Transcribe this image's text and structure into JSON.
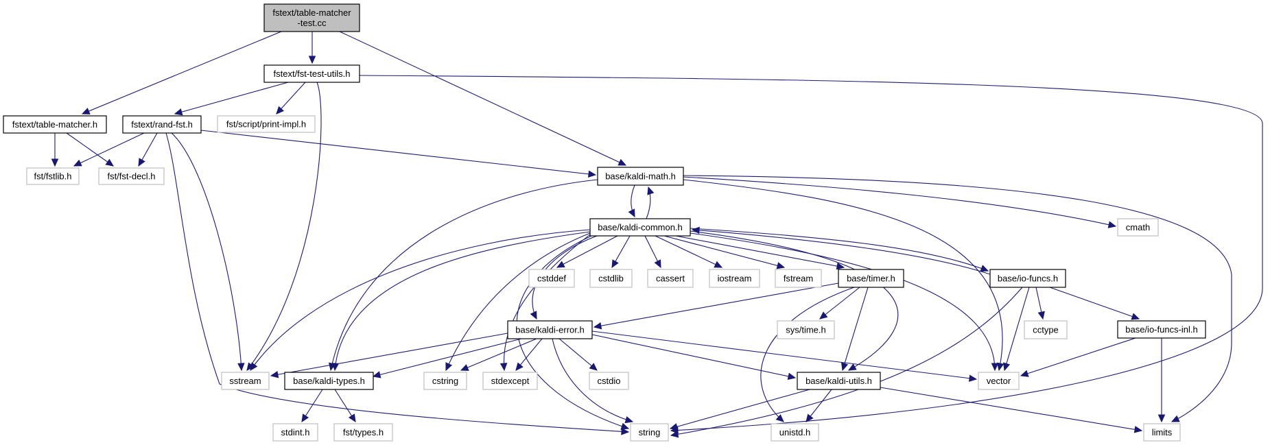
{
  "diagram": {
    "title": "Include dependency graph for fstext/table-matcher-test.cc",
    "colors": {
      "edge": "#191970",
      "root_fill": "#bfbfbf",
      "documented_border": "#000000",
      "external_border": "#bfbfbf"
    },
    "nodes": [
      {
        "id": "root",
        "label": [
          "fstext/table-matcher",
          "-test.cc"
        ],
        "kind": "root"
      },
      {
        "id": "fst-test-utils",
        "label": [
          "fstext/fst-test-utils.h"
        ],
        "kind": "documented"
      },
      {
        "id": "table-matcher",
        "label": [
          "fstext/table-matcher.h"
        ],
        "kind": "documented"
      },
      {
        "id": "rand-fst",
        "label": [
          "fstext/rand-fst.h"
        ],
        "kind": "documented"
      },
      {
        "id": "print-impl",
        "label": [
          "fst/script/print-impl.h"
        ],
        "kind": "external"
      },
      {
        "id": "fstlib",
        "label": [
          "fst/fstlib.h"
        ],
        "kind": "external"
      },
      {
        "id": "fst-decl",
        "label": [
          "fst/fst-decl.h"
        ],
        "kind": "external"
      },
      {
        "id": "kaldi-math",
        "label": [
          "base/kaldi-math.h"
        ],
        "kind": "documented"
      },
      {
        "id": "kaldi-common",
        "label": [
          "base/kaldi-common.h"
        ],
        "kind": "documented"
      },
      {
        "id": "cmath",
        "label": [
          "cmath"
        ],
        "kind": "external"
      },
      {
        "id": "cstddef",
        "label": [
          "cstddef"
        ],
        "kind": "external"
      },
      {
        "id": "cstdlib",
        "label": [
          "cstdlib"
        ],
        "kind": "external"
      },
      {
        "id": "cassert",
        "label": [
          "cassert"
        ],
        "kind": "external"
      },
      {
        "id": "iostream",
        "label": [
          "iostream"
        ],
        "kind": "external"
      },
      {
        "id": "fstream",
        "label": [
          "fstream"
        ],
        "kind": "external"
      },
      {
        "id": "timer",
        "label": [
          "base/timer.h"
        ],
        "kind": "documented"
      },
      {
        "id": "io-funcs",
        "label": [
          "base/io-funcs.h"
        ],
        "kind": "documented"
      },
      {
        "id": "sys-time",
        "label": [
          "sys/time.h"
        ],
        "kind": "external"
      },
      {
        "id": "cctype",
        "label": [
          "cctype"
        ],
        "kind": "external"
      },
      {
        "id": "io-funcs-inl",
        "label": [
          "base/io-funcs-inl.h"
        ],
        "kind": "documented"
      },
      {
        "id": "kaldi-error",
        "label": [
          "base/kaldi-error.h"
        ],
        "kind": "documented"
      },
      {
        "id": "sstream",
        "label": [
          "sstream"
        ],
        "kind": "external"
      },
      {
        "id": "kaldi-types",
        "label": [
          "base/kaldi-types.h"
        ],
        "kind": "documented"
      },
      {
        "id": "cstring",
        "label": [
          "cstring"
        ],
        "kind": "external"
      },
      {
        "id": "stdexcept",
        "label": [
          "stdexcept"
        ],
        "kind": "external"
      },
      {
        "id": "cstdio",
        "label": [
          "cstdio"
        ],
        "kind": "external"
      },
      {
        "id": "kaldi-utils",
        "label": [
          "base/kaldi-utils.h"
        ],
        "kind": "documented"
      },
      {
        "id": "vector",
        "label": [
          "vector"
        ],
        "kind": "external"
      },
      {
        "id": "stdint",
        "label": [
          "stdint.h"
        ],
        "kind": "external"
      },
      {
        "id": "fst-types",
        "label": [
          "fst/types.h"
        ],
        "kind": "external"
      },
      {
        "id": "string",
        "label": [
          "string"
        ],
        "kind": "external"
      },
      {
        "id": "unistd",
        "label": [
          "unistd.h"
        ],
        "kind": "external"
      },
      {
        "id": "limits",
        "label": [
          "limits"
        ],
        "kind": "external"
      }
    ],
    "edges": [
      [
        "root",
        "table-matcher"
      ],
      [
        "root",
        "fst-test-utils"
      ],
      [
        "root",
        "kaldi-math"
      ],
      [
        "fst-test-utils",
        "rand-fst"
      ],
      [
        "fst-test-utils",
        "print-impl"
      ],
      [
        "fst-test-utils",
        "sstream"
      ],
      [
        "fst-test-utils",
        "string"
      ],
      [
        "table-matcher",
        "fstlib"
      ],
      [
        "table-matcher",
        "fst-decl"
      ],
      [
        "rand-fst",
        "fstlib"
      ],
      [
        "rand-fst",
        "fst-decl"
      ],
      [
        "rand-fst",
        "sstream"
      ],
      [
        "rand-fst",
        "string"
      ],
      [
        "rand-fst",
        "kaldi-math"
      ],
      [
        "kaldi-math",
        "kaldi-common"
      ],
      [
        "kaldi-math",
        "kaldi-types"
      ],
      [
        "kaldi-math",
        "cmath"
      ],
      [
        "kaldi-math",
        "vector"
      ],
      [
        "kaldi-math",
        "limits"
      ],
      [
        "kaldi-common",
        "kaldi-math"
      ],
      [
        "kaldi-common",
        "cstddef"
      ],
      [
        "kaldi-common",
        "cstdlib"
      ],
      [
        "kaldi-common",
        "cassert"
      ],
      [
        "kaldi-common",
        "iostream"
      ],
      [
        "kaldi-common",
        "fstream"
      ],
      [
        "kaldi-common",
        "timer"
      ],
      [
        "kaldi-common",
        "io-funcs"
      ],
      [
        "kaldi-common",
        "kaldi-error"
      ],
      [
        "kaldi-common",
        "sstream"
      ],
      [
        "kaldi-common",
        "kaldi-types"
      ],
      [
        "kaldi-common",
        "cstring"
      ],
      [
        "kaldi-common",
        "stdexcept"
      ],
      [
        "kaldi-common",
        "string"
      ],
      [
        "kaldi-common",
        "vector"
      ],
      [
        "kaldi-common",
        "kaldi-utils"
      ],
      [
        "io-funcs",
        "kaldi-common"
      ],
      [
        "io-funcs",
        "cctype"
      ],
      [
        "io-funcs",
        "io-funcs-inl"
      ],
      [
        "io-funcs",
        "vector"
      ],
      [
        "io-funcs",
        "string"
      ],
      [
        "timer",
        "kaldi-error"
      ],
      [
        "timer",
        "sys-time"
      ],
      [
        "timer",
        "kaldi-utils"
      ],
      [
        "timer",
        "unistd"
      ],
      [
        "io-funcs-inl",
        "vector"
      ],
      [
        "io-funcs-inl",
        "limits"
      ],
      [
        "kaldi-error",
        "sstream"
      ],
      [
        "kaldi-error",
        "kaldi-types"
      ],
      [
        "kaldi-error",
        "cstring"
      ],
      [
        "kaldi-error",
        "stdexcept"
      ],
      [
        "kaldi-error",
        "cstdio"
      ],
      [
        "kaldi-error",
        "string"
      ],
      [
        "kaldi-error",
        "vector"
      ],
      [
        "kaldi-error",
        "kaldi-utils"
      ],
      [
        "kaldi-types",
        "stdint"
      ],
      [
        "kaldi-types",
        "fst-types"
      ],
      [
        "kaldi-utils",
        "string"
      ],
      [
        "kaldi-utils",
        "unistd"
      ],
      [
        "kaldi-utils",
        "limits"
      ]
    ]
  }
}
